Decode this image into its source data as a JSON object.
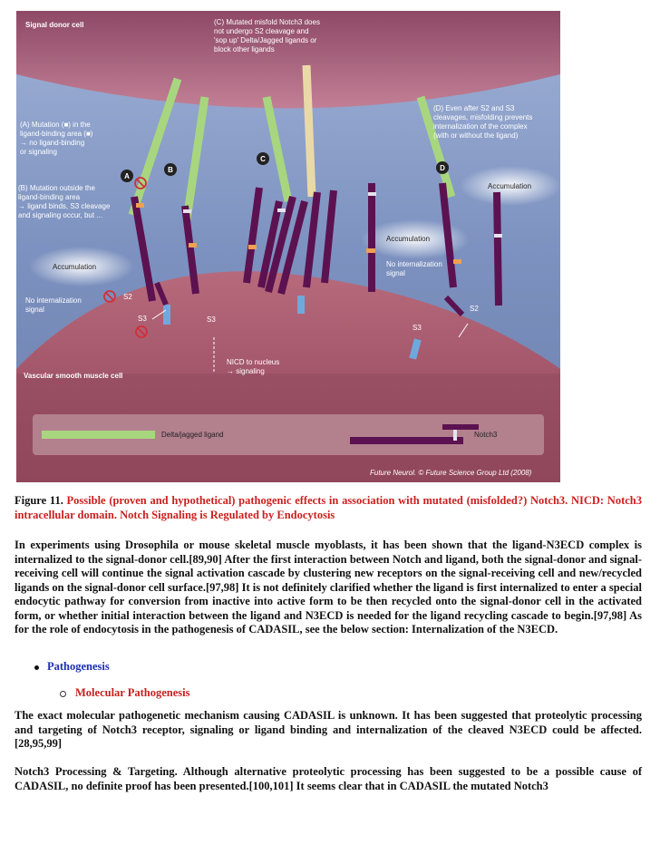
{
  "figure": {
    "top_label": "Signal donor cell",
    "label_c": [
      "(C) Mutated misfold Notch3 does",
      "not undergo S2 cleavage and",
      "'sop up' Delta/Jagged ligands or",
      "block other ligands"
    ],
    "label_a": [
      "(A) Mutation (■) in the",
      "ligand-binding area (■)",
      "→ no ligand-binding",
      "or signaling"
    ],
    "label_b": [
      "(B) Mutation outside the",
      "ligand-binding area",
      "→ ligand binds, S3 cleavage",
      "and signaling occur, but ..."
    ],
    "label_d": [
      "(D) Even after S2 and S3",
      "cleavages, misfolding prevents",
      "internalization of the complex",
      "(with or without the ligand)"
    ],
    "accumulation_left": "Accumulation",
    "accumulation_mid": "Accumulation",
    "accumulation_right": "Accumulation",
    "no_internalization_left": [
      "No internalization",
      "signal"
    ],
    "no_internalization_right": [
      "No internalization",
      "signal"
    ],
    "s2_left": "S2",
    "s2_right": "S2",
    "s3_left": "S3",
    "s3_mid": "S3",
    "s3_right": "S3",
    "nicd": [
      "NICD to nucleus",
      "→ signaling"
    ],
    "bottom_label": "Vascular smooth muscle cell",
    "legend_ligand": "Delta/jagged ligand",
    "legend_notch": "Notch3",
    "credit": "Future Neurol. © Future Science Group Ltd (2008)",
    "marker_a": "A",
    "marker_b": "B",
    "marker_c": "C",
    "marker_d": "D",
    "colors": {
      "membrane_top": "#b0667f",
      "background": "#7f93bf",
      "cell_bottom": "#a85a6b",
      "ligand": "#a8d67f",
      "notch": "#5c1250"
    }
  },
  "caption": {
    "label": "Figure 11.",
    "text": "Possible (proven and hypothetical) pathogenic effects in association with mutated (misfolded?) Notch3. NICD: Notch3 intracellular domain. Notch Signaling is Regulated by Endocytosis"
  },
  "paragraph1": "In experiments using Drosophila or mouse skeletal muscle myoblasts, it has been shown that the ligand-N3ECD complex is internalized to the signal-donor cell.[89,90] After the first interaction between Notch and ligand, both the signal-donor and signal-receiving cell will continue the signal activation cascade by clustering new receptors on the signal-receiving cell and new/recycled ligands on the signal-donor cell surface.[97,98] It is not definitely clarified whether the ligand is first internalized to enter a special endocytic pathway for conversion from inactive into active form to be then recycled onto the signal-donor cell in the activated form, or whether initial interaction between the ligand and N3ECD is needed for the ligand recycling cascade to begin.[97,98] As for the role of endocytosis in the pathogenesis of CADASIL, see the below section: Internalization of the N3ECD.",
  "bullet1": "Pathogenesis",
  "bullet2": "Molecular Pathogenesis",
  "paragraph2": "The exact molecular pathogenetic mechanism causing CADASIL is unknown. It has been suggested that proteolytic processing and targeting of Notch3 receptor, signaling or ligand binding and internalization of the cleaved N3ECD could be affected.[28,95,99]",
  "paragraph3": "Notch3 Processing & Targeting. Although alternative proteolytic processing has been suggested to be a possible cause of CADASIL, no definite proof has been presented.[100,101] It seems clear that in CADASIL the mutated Notch3"
}
